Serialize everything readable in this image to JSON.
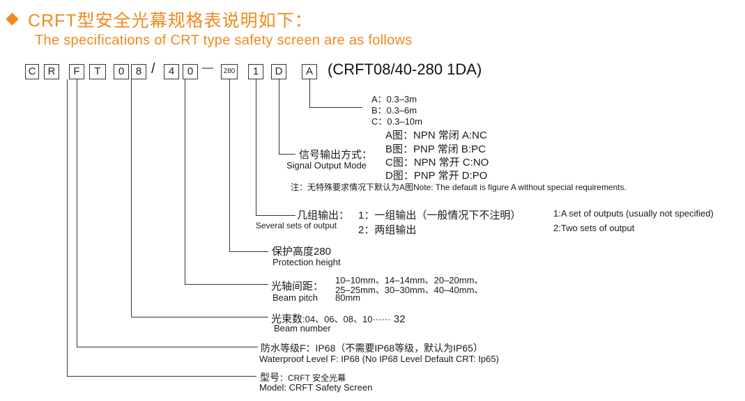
{
  "header": {
    "title_cn": "CRFT型安全光幕规格表说明如下：",
    "title_en": "The specifications of CRT type safety screen are as follows"
  },
  "code": {
    "cells": [
      "C",
      "R",
      "F",
      "T",
      "0",
      "8",
      "4",
      "0",
      "280",
      "1",
      "D",
      "A"
    ],
    "slash": "/",
    "dash": "—",
    "full_model": "(CRFT08/40-280 1DA)"
  },
  "range": {
    "a": "A：0.3–3m",
    "b": "B：0.3–6m",
    "c": "C：0.3–10m"
  },
  "output_mode": {
    "label_cn": "信号输出方式：",
    "label_en": "Signal Output Mode",
    "options": [
      "A图：NPN 常闭 A:NC",
      "B图：PNP 常闭 B:PC",
      "C图：NPN 常开 C:NO",
      "D图：PNP 常开 D:PO"
    ],
    "note": "注：无特殊要求情况下默认为A图Note: The default is figure A without special requirements."
  },
  "groups": {
    "label_cn": "几组输出：",
    "label_en": "Several sets of output",
    "opt1_cn": "1：一组输出（一般情况下不注明）",
    "opt1_en": "1:A set of outputs (usually not specified)",
    "opt2_cn": "2：两组输出",
    "opt2_en": "2:Two sets of output"
  },
  "protection": {
    "label_cn": "保护高度280",
    "label_en": "Protection height"
  },
  "pitch": {
    "label_cn": "光轴间距：",
    "label_en": "Beam pitch",
    "line1": "10–10mm、14–14mm、20–20mm、",
    "line2": "25–25mm、30–30mm、40–40mm、",
    "line3": "80mm"
  },
  "beams": {
    "label_cn": "光束数",
    "values": ":04、06、08、10······",
    "max": "32",
    "label_en": "Beam number"
  },
  "waterproof": {
    "label_cn": "防水等级F：IP68（不需要IP68等级，默认为IP65）",
    "label_en": "Waterproof Level F: IP68 (No IP68 Level Default CRT: Ip65)"
  },
  "model": {
    "label_cn": "型号",
    "value_cn": "：CRFT 安全光幕",
    "label_en": "Model: CRFT Safety Screen"
  }
}
